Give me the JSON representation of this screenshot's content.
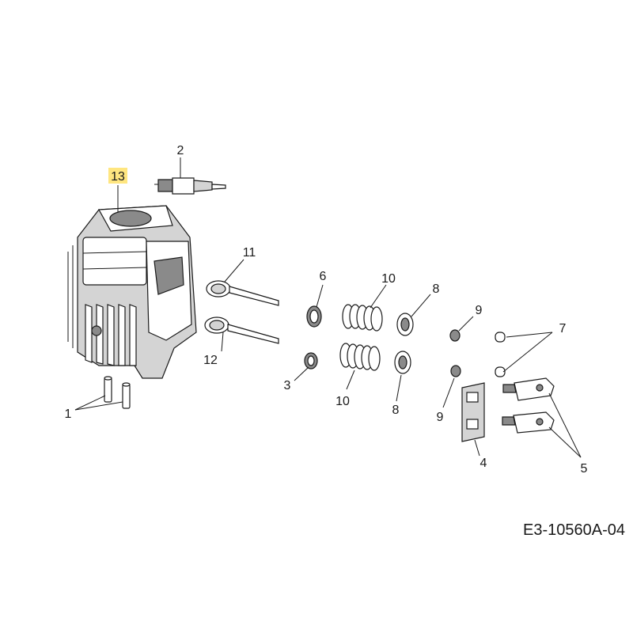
{
  "highlight_color": "#ffe680",
  "reference_code": "E3-10560A-04",
  "callouts": {
    "c1": "1",
    "c2": "2",
    "c3": "3",
    "c4": "4",
    "c5": "5",
    "c6": "6",
    "c7": "7",
    "c8a": "8",
    "c8b": "8",
    "c9a": "9",
    "c9b": "9",
    "c10a": "10",
    "c10b": "10",
    "c11": "11",
    "c12": "12",
    "c13": "13"
  },
  "parts": [
    "cylinder-head",
    "dowel-pin",
    "spark-plug",
    "intake-valve",
    "exhaust-valve",
    "valve-seal",
    "valve-spring",
    "spring-retainer",
    "valve-keeper",
    "tappet-cap",
    "rocker-arm",
    "rocker-plate"
  ]
}
